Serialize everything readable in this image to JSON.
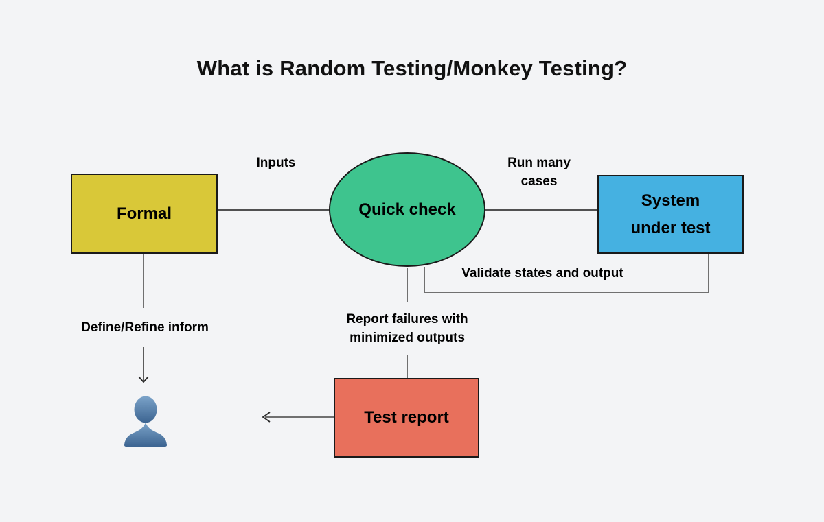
{
  "title": "What is Random Testing/Monkey Testing?",
  "nodes": {
    "formal": {
      "label": "Formal",
      "shape": "rectangle",
      "color": "#d9c838"
    },
    "quick_check": {
      "label": "Quick check",
      "shape": "ellipse",
      "color": "#3ec48e"
    },
    "system_under_test": {
      "label": "System\nunder test",
      "shape": "rectangle",
      "color": "#45b1e1"
    },
    "test_report": {
      "label": "Test report",
      "shape": "rectangle",
      "color": "#e8705c"
    }
  },
  "edge_labels": {
    "inputs": "Inputs",
    "run_many_cases": "Run many\ncases",
    "validate": "Validate states and output",
    "define_refine": "Define/Refine inform",
    "report_failures": "Report failures with\nminimized outputs"
  },
  "icons": {
    "user": "user-silhouette-icon"
  },
  "colors": {
    "background": "#f3f4f6",
    "text": "#111111",
    "node_border": "#1a1a1a",
    "connector_dark": "#1a1a1a",
    "connector_gray": "#707070",
    "arrowhead": "#2a2a2a",
    "user_icon_top": "#7ba3c9",
    "user_icon_bottom": "#3c6491"
  }
}
